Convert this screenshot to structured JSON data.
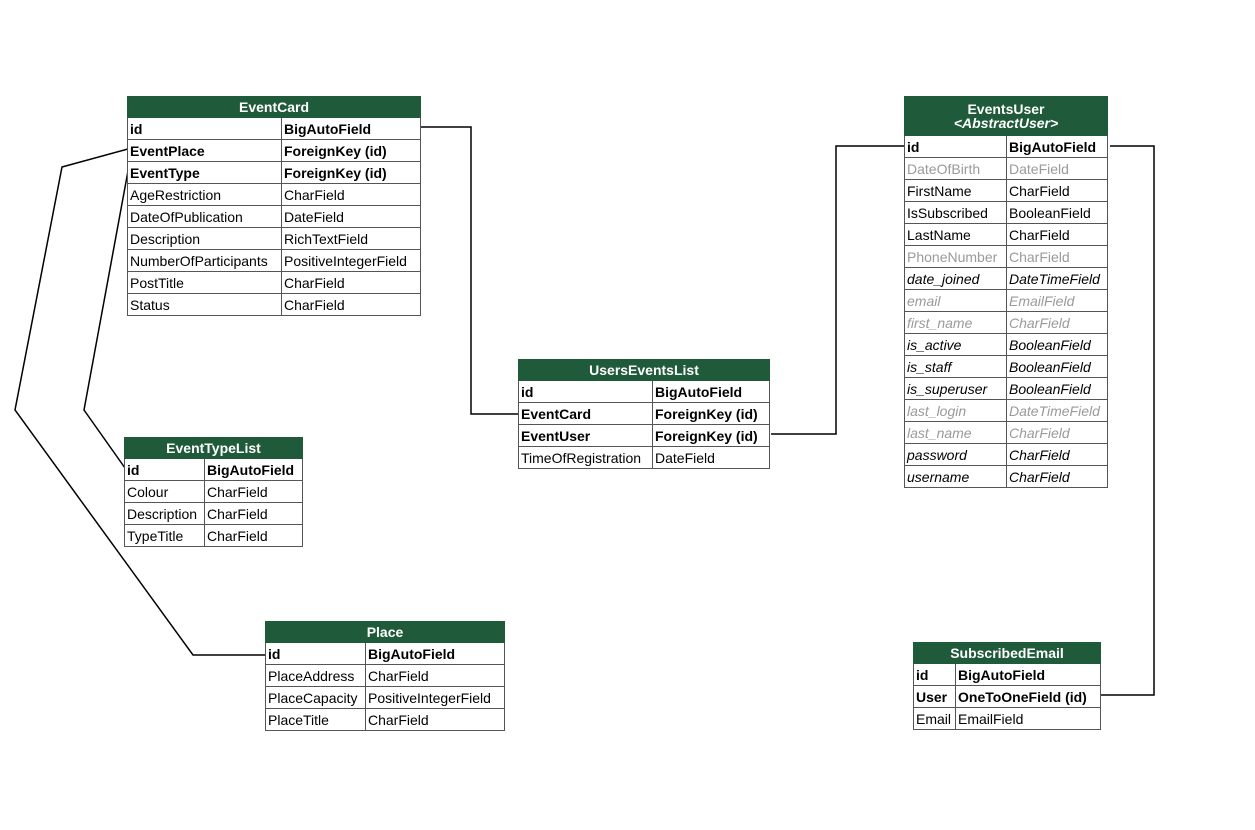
{
  "models": [
    {
      "key": "event_card",
      "title": "EventCard",
      "fields": [
        {
          "name": "id",
          "type": "BigAutoField",
          "style": "pk"
        },
        {
          "name": "EventPlace",
          "type": "ForeignKey (id)",
          "style": "fk"
        },
        {
          "name": "EventType",
          "type": "ForeignKey (id)",
          "style": "fk"
        },
        {
          "name": "AgeRestriction",
          "type": "CharField",
          "style": "normal"
        },
        {
          "name": "DateOfPublication",
          "type": "DateField",
          "style": "normal"
        },
        {
          "name": "Description",
          "type": "RichTextField",
          "style": "normal"
        },
        {
          "name": "NumberOfParticipants",
          "type": "PositiveIntegerField",
          "style": "normal"
        },
        {
          "name": "PostTitle",
          "type": "CharField",
          "style": "normal"
        },
        {
          "name": "Status",
          "type": "CharField",
          "style": "normal"
        }
      ]
    },
    {
      "key": "event_type_list",
      "title": "EventTypeList",
      "fields": [
        {
          "name": "id",
          "type": "BigAutoField",
          "style": "pk"
        },
        {
          "name": "Colour",
          "type": "CharField",
          "style": "normal"
        },
        {
          "name": "Description",
          "type": "CharField",
          "style": "normal"
        },
        {
          "name": "TypeTitle",
          "type": "CharField",
          "style": "normal"
        }
      ]
    },
    {
      "key": "place",
      "title": "Place",
      "fields": [
        {
          "name": "id",
          "type": "BigAutoField",
          "style": "pk"
        },
        {
          "name": "PlaceAddress",
          "type": "CharField",
          "style": "normal"
        },
        {
          "name": "PlaceCapacity",
          "type": "PositiveIntegerField",
          "style": "normal"
        },
        {
          "name": "PlaceTitle",
          "type": "CharField",
          "style": "normal"
        }
      ]
    },
    {
      "key": "users_events_list",
      "title": "UsersEventsList",
      "fields": [
        {
          "name": "id",
          "type": "BigAutoField",
          "style": "pk"
        },
        {
          "name": "EventCard",
          "type": "ForeignKey (id)",
          "style": "fk"
        },
        {
          "name": "EventUser",
          "type": "ForeignKey (id)",
          "style": "fk"
        },
        {
          "name": "TimeOfRegistration",
          "type": "DateField",
          "style": "normal"
        }
      ]
    },
    {
      "key": "events_user",
      "title": "EventsUser",
      "subtitle": "<AbstractUser>",
      "fields": [
        {
          "name": "id",
          "type": "BigAutoField",
          "style": "pk"
        },
        {
          "name": "DateOfBirth",
          "type": "DateField",
          "style": "muted"
        },
        {
          "name": "FirstName",
          "type": "CharField",
          "style": "normal"
        },
        {
          "name": "IsSubscribed",
          "type": "BooleanField",
          "style": "normal"
        },
        {
          "name": "LastName",
          "type": "CharField",
          "style": "normal"
        },
        {
          "name": "PhoneNumber",
          "type": "CharField",
          "style": "muted"
        },
        {
          "name": "date_joined",
          "type": "DateTimeField",
          "style": "inh"
        },
        {
          "name": "email",
          "type": "EmailField",
          "style": "inh muted"
        },
        {
          "name": "first_name",
          "type": "CharField",
          "style": "inh muted"
        },
        {
          "name": "is_active",
          "type": "BooleanField",
          "style": "inh"
        },
        {
          "name": "is_staff",
          "type": "BooleanField",
          "style": "inh"
        },
        {
          "name": "is_superuser",
          "type": "BooleanField",
          "style": "inh"
        },
        {
          "name": "last_login",
          "type": "DateTimeField",
          "style": "inh muted"
        },
        {
          "name": "last_name",
          "type": "CharField",
          "style": "inh muted"
        },
        {
          "name": "password",
          "type": "CharField",
          "style": "inh"
        },
        {
          "name": "username",
          "type": "CharField",
          "style": "inh"
        }
      ]
    },
    {
      "key": "subscribed_email",
      "title": "SubscribedEmail",
      "fields": [
        {
          "name": "id",
          "type": "BigAutoField",
          "style": "pk"
        },
        {
          "name": "User",
          "type": "OneToOneField (id)",
          "style": "fk"
        },
        {
          "name": "Email",
          "type": "EmailField",
          "style": "normal"
        }
      ]
    }
  ],
  "relations": [
    {
      "from": "event_card.EventPlace",
      "to": "place.id"
    },
    {
      "from": "event_card.EventType",
      "to": "event_type_list.id"
    },
    {
      "from": "event_card.id",
      "to": "users_events_list.EventCard"
    },
    {
      "from": "users_events_list.EventUser",
      "to": "events_user.id"
    },
    {
      "from": "events_user.id",
      "to": "subscribed_email.User"
    }
  ],
  "colors": {
    "header": "#1f5a3a",
    "header_text": "#ffffff",
    "border": "#555555",
    "muted_text": "#9a9a9a",
    "connector": "#000000"
  }
}
